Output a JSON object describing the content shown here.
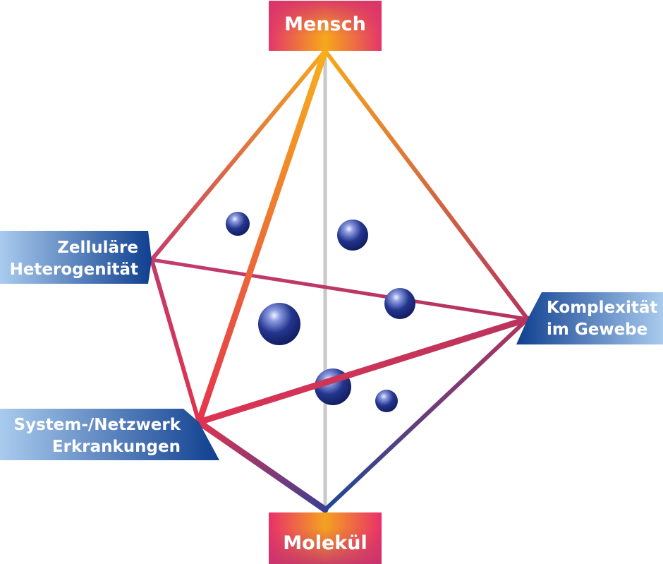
{
  "labels": {
    "top": "Mensch",
    "bottom": "Molekül",
    "left_upper": [
      "Zelluläre",
      "Heterogenität"
    ],
    "left_lower": [
      "System-/Netzwerk",
      "Erkrankungen"
    ],
    "right": [
      "Komplexität",
      "im Gewebe"
    ]
  },
  "colors": {
    "top_gradient": [
      "#e8306a",
      "#f7a81b",
      "#e8306a"
    ],
    "side_gradient": [
      "#0d3f8f",
      "#9fc3ea"
    ],
    "edge_warm": "#f7a81b",
    "edge_mid": "#c2456d",
    "edge_cool": "#0d3f8f",
    "axis": "#c8c8c8",
    "sphere": "#1f3590"
  }
}
